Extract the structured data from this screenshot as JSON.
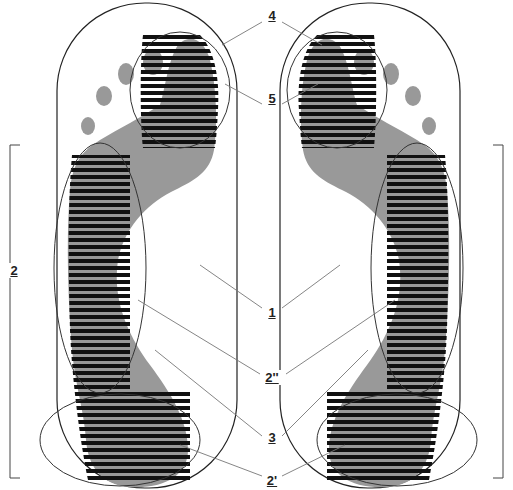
{
  "diagram": {
    "labels": [
      "4",
      "5",
      "2",
      "1",
      "2''",
      "3",
      "2'"
    ]
  }
}
